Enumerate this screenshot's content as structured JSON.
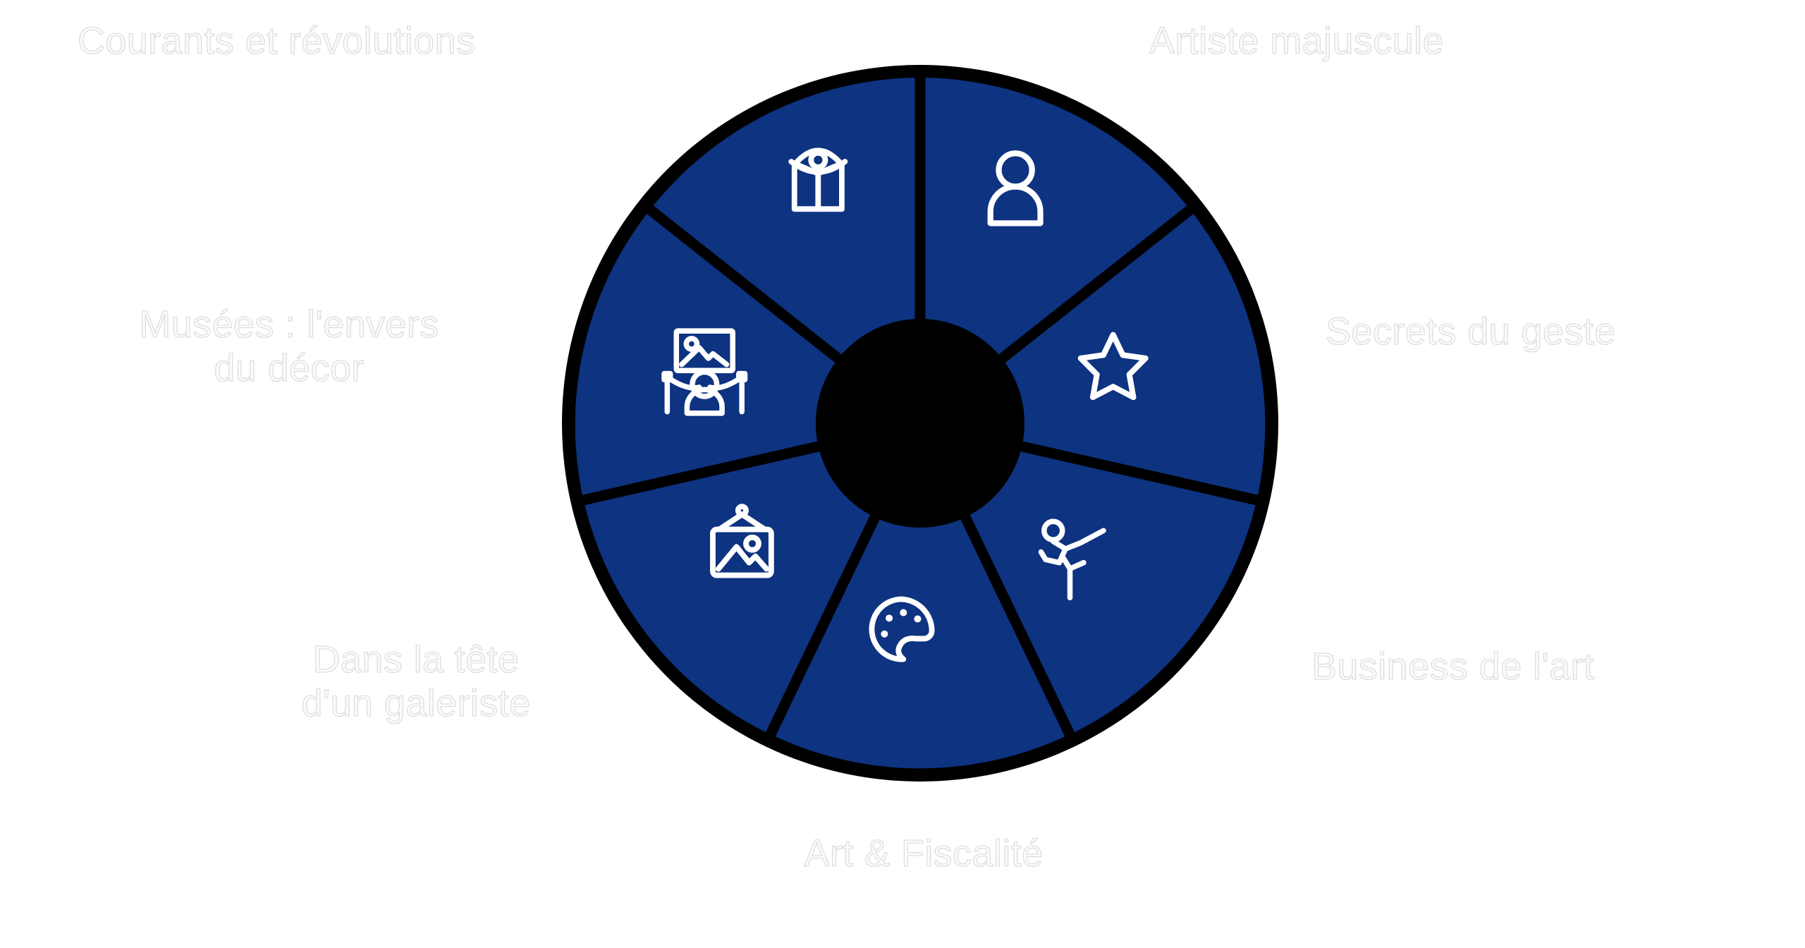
{
  "diagram": {
    "type": "segmented-wheel",
    "segment_count": 7,
    "colors": {
      "segment_fill": "#0d3381",
      "segment_border": "#000000",
      "hub_fill": "#000000",
      "icon_stroke": "#ffffff",
      "background": "#ffffff",
      "label_text": "#fbfbfc",
      "label_outline": "#d9d9de"
    },
    "hub": {
      "label": ""
    },
    "segments": [
      {
        "index": 0,
        "label": "Courants et révolutions",
        "label_lines": "Courants et révolutions",
        "icon": "person-in-arch-eye-icon",
        "position": "top-left"
      },
      {
        "index": 1,
        "label": "Artiste majuscule",
        "label_lines": "Artiste majuscule",
        "icon": "user-person-icon",
        "position": "top-right"
      },
      {
        "index": 2,
        "label": "Secrets du geste",
        "label_lines": "Secrets du geste",
        "icon": "star-icon",
        "position": "right"
      },
      {
        "index": 3,
        "label": "Business de l'art",
        "label_lines": "Business de l'art",
        "icon": "martial-arts-kick-icon",
        "position": "bottom-right"
      },
      {
        "index": 4,
        "label": "Art & Fiscalité",
        "label_lines": "Art & Fiscalité",
        "icon": "paint-palette-icon",
        "position": "bottom"
      },
      {
        "index": 5,
        "label": "Dans la tête d'un galeriste",
        "label_lines": "Dans la tête\nd'un galeriste",
        "icon": "hanging-picture-frame-icon",
        "position": "bottom-left"
      },
      {
        "index": 6,
        "label": "Musées : l'envers du décor",
        "label_lines": "Musées : l'envers\ndu décor",
        "icon": "museum-visitor-artwork-icon",
        "position": "left"
      }
    ]
  }
}
